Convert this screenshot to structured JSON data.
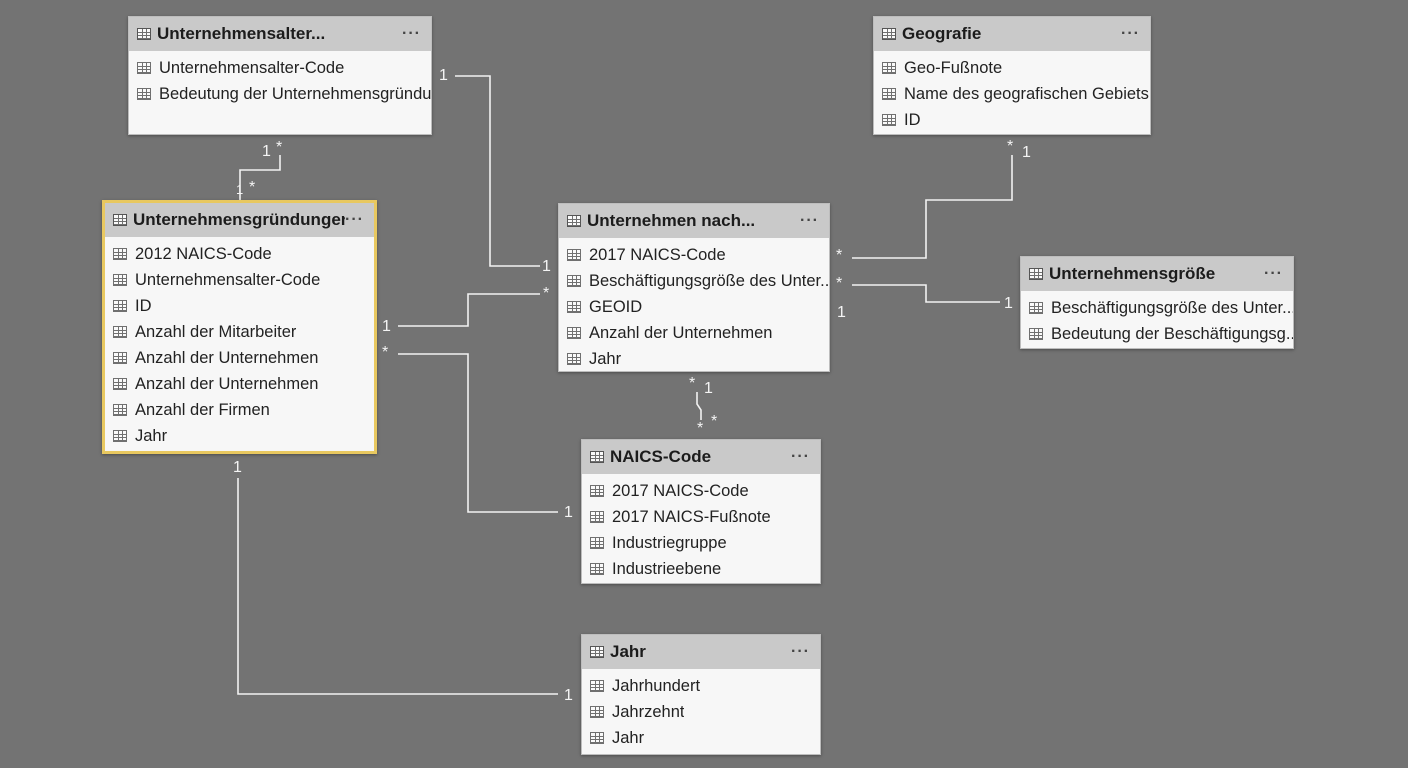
{
  "tables": [
    {
      "id": "unternehmensalter",
      "title": "Unternehmensalter...",
      "menu": "···",
      "fields": [
        "Unternehmensalter-Code",
        "Bedeutung der Unternehmensgründung"
      ],
      "selected": false
    },
    {
      "id": "geografie",
      "title": "Geografie",
      "menu": "···",
      "fields": [
        "Geo-Fußnote",
        "Name des geografischen Gebiets",
        "ID"
      ],
      "selected": false
    },
    {
      "id": "unternehmensgruendungen",
      "title": "Unternehmensgründungen...",
      "menu": "···",
      "fields": [
        "2012 NAICS-Code",
        "Unternehmensalter-Code",
        "ID",
        "Anzahl der Mitarbeiter",
        "Anzahl der Unternehmen",
        "Anzahl der Unternehmen",
        "Anzahl der Firmen",
        "Jahr"
      ],
      "selected": true
    },
    {
      "id": "unternehmen-nach",
      "title": "Unternehmen nach...",
      "menu": "···",
      "fields": [
        "2017 NAICS-Code",
        "Beschäftigungsgröße des Unter...",
        "GEOID",
        "Anzahl der Unternehmen",
        "Jahr"
      ],
      "selected": false
    },
    {
      "id": "unternehmensgroesse",
      "title": "Unternehmensgröße",
      "menu": "···",
      "fields": [
        "Beschäftigungsgröße des Unter...",
        "Bedeutung der Beschäftigungsg..."
      ],
      "selected": false
    },
    {
      "id": "naics-code",
      "title": "NAICS-Code",
      "menu": "···",
      "fields": [
        "2017 NAICS-Code",
        "2017 NAICS-Fußnote",
        "Industriegruppe",
        "Industrieebene"
      ],
      "selected": false
    },
    {
      "id": "jahr",
      "title": "Jahr",
      "menu": "···",
      "fields": [
        "Jahrhundert",
        "Jahrzehnt",
        "Jahr"
      ],
      "selected": false
    }
  ],
  "relationships": [
    {
      "id": "alter-gruendungen",
      "from": "unternehmensalter",
      "to": "unternehmensgruendungen",
      "labels": [
        "1",
        "*",
        "1",
        "*"
      ]
    },
    {
      "id": "alter-nach",
      "from": "unternehmensalter",
      "to": "unternehmen-nach",
      "labels": [
        "1",
        "1"
      ]
    },
    {
      "id": "gruendungen-nach",
      "from": "unternehmensgruendungen",
      "to": "unternehmen-nach",
      "labels": [
        "1",
        "*"
      ]
    },
    {
      "id": "gruendungen-naics",
      "from": "unternehmensgruendungen",
      "to": "naics-code",
      "labels": [
        "*",
        "1"
      ]
    },
    {
      "id": "gruendungen-jahr",
      "from": "unternehmensgruendungen",
      "to": "jahr",
      "labels": [
        "1",
        "1"
      ]
    },
    {
      "id": "nach-geografie",
      "from": "unternehmen-nach",
      "to": "geografie",
      "labels": [
        "*",
        "*",
        "1"
      ]
    },
    {
      "id": "nach-groesse",
      "from": "unternehmen-nach",
      "to": "unternehmensgroesse",
      "labels": [
        "*",
        "1",
        "1"
      ]
    },
    {
      "id": "nach-naics",
      "from": "unternehmen-nach",
      "to": "naics-code",
      "labels": [
        "*",
        "1",
        "*",
        "*"
      ]
    }
  ]
}
